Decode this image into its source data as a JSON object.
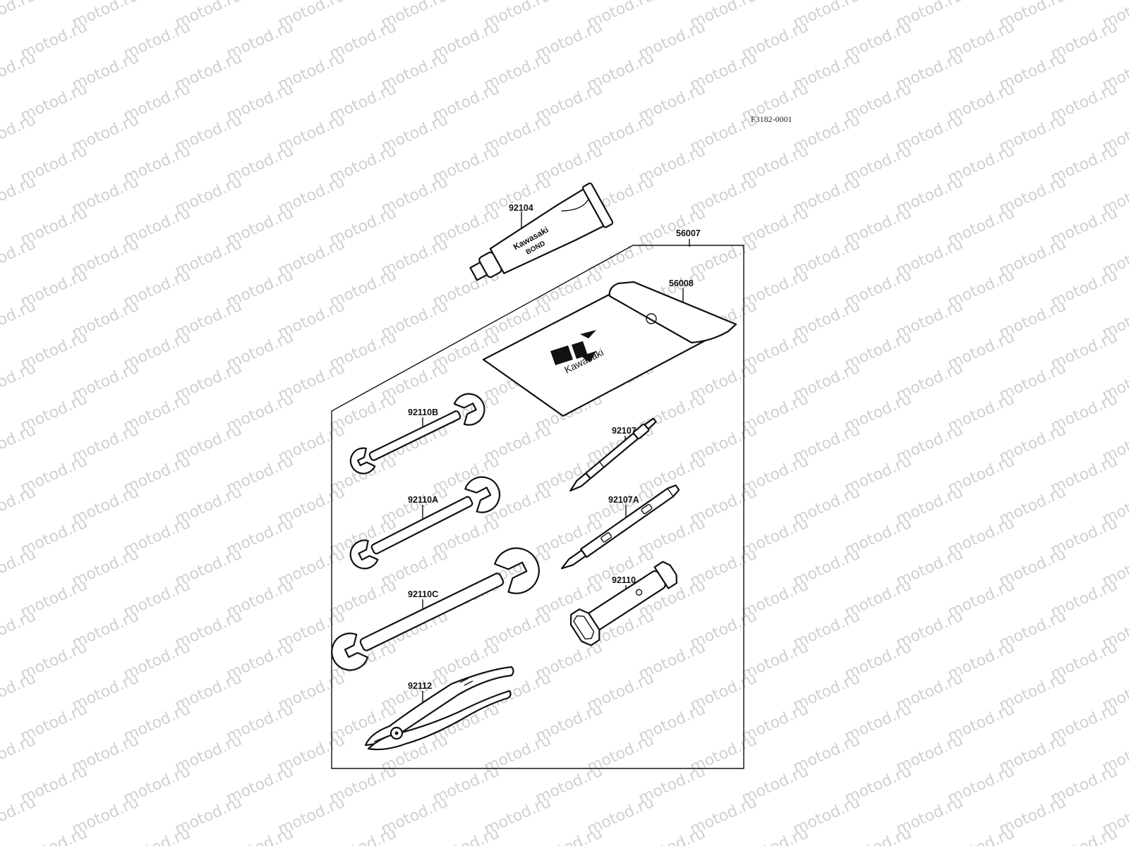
{
  "drawing_ref": "F3182-0001",
  "watermark_text": "motod.ru",
  "parts": {
    "p92104": "92104",
    "p56007": "56007",
    "p56008": "56008",
    "p92110B": "92110B",
    "p92107": "92107",
    "p92110A": "92110A",
    "p92107A": "92107A",
    "p92110C": "92110C",
    "p92110": "92110",
    "p92112": "92112"
  },
  "tube_text": {
    "line1": "Kawasaki",
    "line2": "BOND"
  },
  "pouch_brand": "Kawasaki",
  "colors": {
    "ink": "#111111",
    "watermark": "#d0d0d0",
    "background": "#ffffff"
  }
}
